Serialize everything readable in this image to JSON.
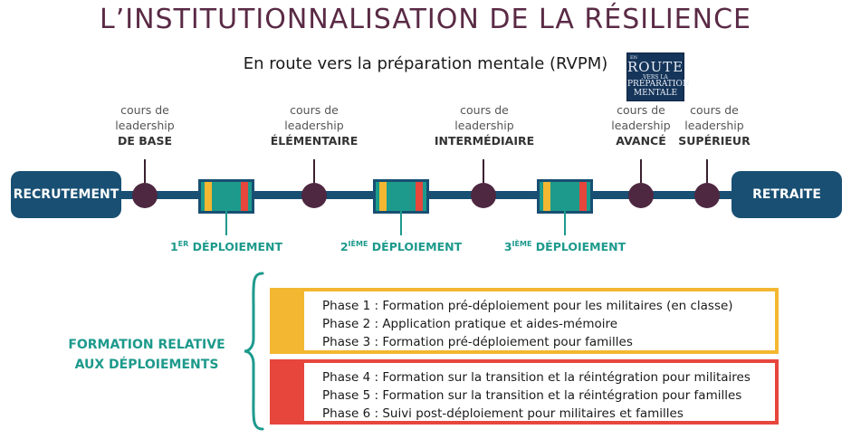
{
  "title": "L’INSTITUTIONNALISATION DE LA RÉSILIENCE",
  "subtitle": "En route vers la préparation mentale (RVPM)",
  "logo": {
    "l1": "EN",
    "l2": "ROUTE",
    "l3": "VERS LA",
    "l4": "PRÉPARATION",
    "l5": "MENTALE"
  },
  "timeline": {
    "start": "RECRUTEMENT",
    "end": "RETRAITE",
    "courses": [
      {
        "line1": "cours de",
        "line2": "leadership",
        "level": "DE BASE"
      },
      {
        "line1": "cours de",
        "line2": "leadership",
        "level": "ÉLÉMENTAIRE"
      },
      {
        "line1": "cours de",
        "line2": "leadership",
        "level": "INTERMÉDIAIRE"
      },
      {
        "line1": "cours de",
        "line2": "leadership",
        "level": "AVANCÉ"
      },
      {
        "line1": "cours de",
        "line2": "leadership",
        "level": "SUPÉRIEUR"
      }
    ],
    "deployments": [
      {
        "num": "1",
        "sup": "ER",
        "label": " DÉPLOIEMENT"
      },
      {
        "num": "2",
        "sup": "IÈME",
        "label": " DÉPLOIEMENT"
      },
      {
        "num": "3",
        "sup": "IÈME",
        "label": " DÉPLOIEMENT"
      }
    ]
  },
  "formation": {
    "line1": "FORMATION RELATIVE",
    "line2": "AUX DÉPLOIEMENTS"
  },
  "phases_pre": [
    "Phase 1 : Formation pré-déploiement pour les militaires (en classe)",
    "Phase 2 : Application pratique et aides-mémoire",
    "Phase 3 : Formation pré-déploiement pour familles"
  ],
  "phases_post": [
    "Phase 4 : Formation sur la transition et la réintégration pour militaires",
    "Phase 5 : Formation sur la transition et la réintégration pour familles",
    "Phase 6 : Suivi post-déploiement pour militaires et familles"
  ],
  "colors": {
    "title": "#5a2a45",
    "navy": "#184f73",
    "teal": "#1d9a8c",
    "yellow": "#f3b731",
    "red": "#e6463c",
    "node": "#4e2841"
  }
}
